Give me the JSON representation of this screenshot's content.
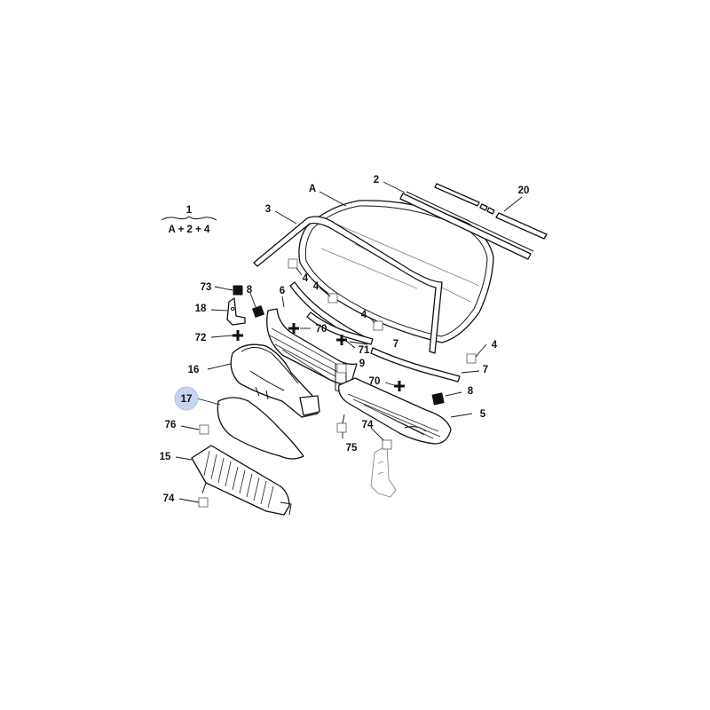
{
  "formula": {
    "ref": "1",
    "expr": "A + 2 + 4"
  },
  "labels": {
    "A": "A",
    "p2": "2",
    "p3": "3",
    "p20": "20",
    "p4a": "4",
    "p4b": "4",
    "p4c": "4",
    "p4d": "4",
    "p73": "73",
    "p8a": "8",
    "p6": "6",
    "p18": "18",
    "p70a": "70",
    "p72": "72",
    "p71": "71",
    "p7a": "7",
    "p7b": "7",
    "p9": "9",
    "p16": "16",
    "p70b": "70",
    "p8b": "8",
    "p17": "17",
    "p5": "5",
    "p76": "76",
    "p74a": "74",
    "p75": "75",
    "p15": "15",
    "p74b": "74"
  },
  "highlight": {
    "part": "17",
    "color": "#c9d3f2"
  }
}
